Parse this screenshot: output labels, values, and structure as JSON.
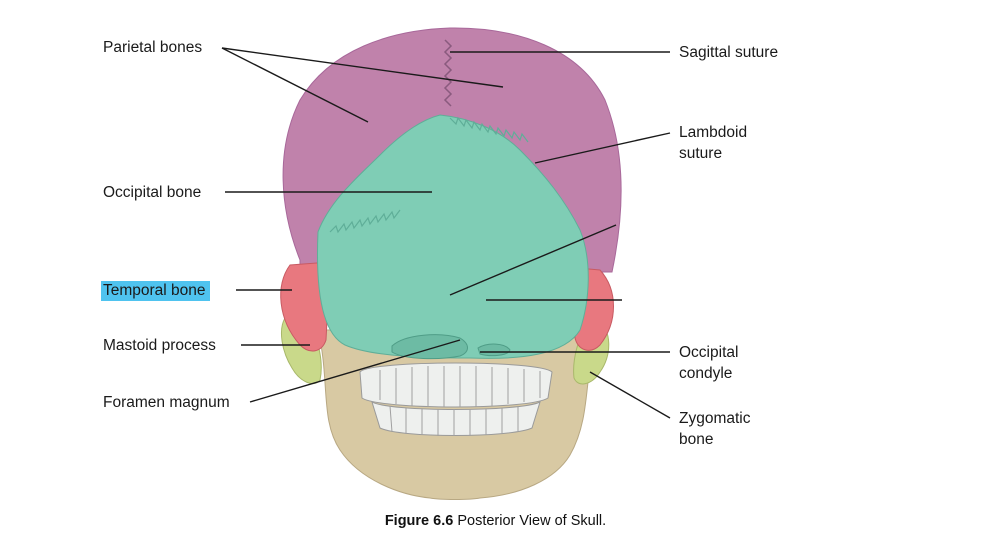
{
  "labels": {
    "parietal_bones": "Parietal bones",
    "sagittal_suture": "Sagittal suture",
    "lambdoid_suture_line1": "Lambdoid",
    "lambdoid_suture_line2": "suture",
    "occipital_bone": "Occipital bone",
    "temporal_bone": "Temporal bone",
    "mastoid_process": "Mastoid process",
    "occipital_condyle_line1": "Occipital",
    "occipital_condyle_line2": "condyle",
    "foramen_magnum": "Foramen magnum",
    "zygomatic_bone_line1": "Zygomatic",
    "zygomatic_bone_line2": "bone"
  },
  "caption": {
    "figure_number": "Figure 6.6",
    "text": "Posterior View of Skull."
  },
  "colors": {
    "parietal": "#c082ab",
    "occipital": "#7fcdb5",
    "temporal": "#e8787f",
    "zygomatic": "#c9d98a",
    "jaw": "#d8c9a3",
    "teeth": "#eef0ee",
    "highlight": "#4fc3ef",
    "leader_line": "#1a1a1a"
  }
}
